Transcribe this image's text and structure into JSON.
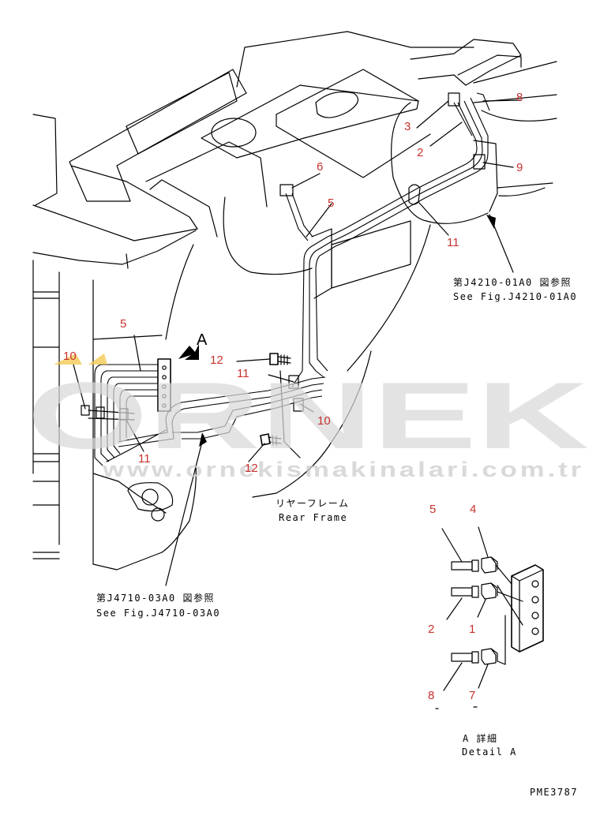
{
  "watermark": {
    "brand": "ORNEK",
    "url": "www.ornekismakinalari.com.tr"
  },
  "callouts": {
    "n1": "1",
    "n2": "2",
    "n3": "3",
    "n4": "4",
    "n5": "5",
    "n6": "6",
    "n7": "7",
    "n8": "8",
    "n9": "9",
    "n10": "10",
    "n11": "11",
    "n12": "12"
  },
  "labels": {
    "view_marker": "A",
    "ref_top_jp": "第J4210-01A0 図参照",
    "ref_top_en": "See Fig.J4210-01A0",
    "ref_bottom_jp": "第J4710-03A0 図参照",
    "ref_bottom_en": "See Fig.J4710-03A0",
    "frame_jp": "リヤーフレーム",
    "frame_en": "Rear Frame",
    "detail_jp": "A 詳細",
    "detail_en": "Detail A",
    "drawing_code": "PME3787"
  },
  "colors": {
    "callout": "#c8322d",
    "line": "#000000",
    "watermark": "#d9d9d9"
  }
}
